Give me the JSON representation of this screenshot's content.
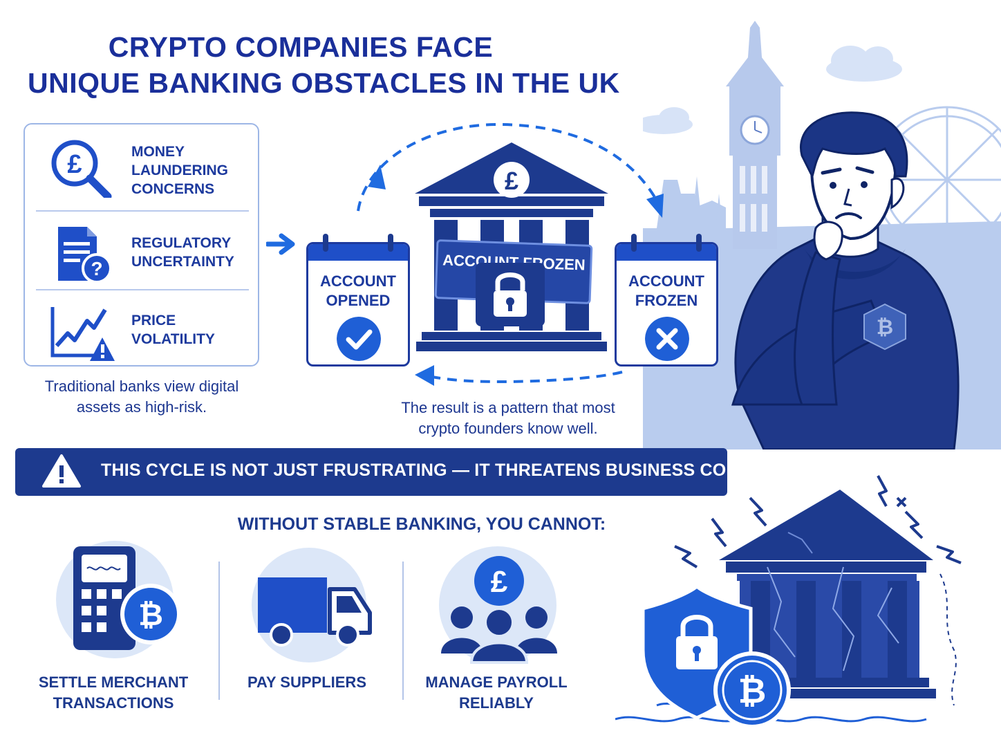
{
  "title": {
    "line1": "CRYPTO COMPANIES FACE",
    "line2": "UNIQUE BANKING OBSTACLES IN THE UK"
  },
  "risks": [
    {
      "label": "MONEY LAUNDERING CONCERNS",
      "icon": "pound-magnifier-icon"
    },
    {
      "label": "REGULATORY UNCERTAINTY",
      "icon": "document-question-icon"
    },
    {
      "label": "PRICE VOLATILITY",
      "icon": "chart-warning-icon"
    }
  ],
  "risk_caption": "Traditional banks view digital assets as high-risk.",
  "cycle": {
    "opened_label": "ACCOUNT OPENED",
    "frozen_label": "ACCOUNT FROZEN",
    "bank_sign": "ACCOUNT FROZEN",
    "currency_symbol": "£",
    "caption": "The result is a pattern that most crypto founders know well."
  },
  "banner": {
    "text": "THIS CYCLE IS NOT JUST FRUSTRATING — IT THREATENS BUSINESS CONTINUITY.",
    "icon": "warning-triangle-icon"
  },
  "cannot": {
    "heading": "WITHOUT STABLE BANKING, YOU CANNOT:",
    "items": [
      {
        "label": "SETTLE MERCHANT TRANSACTIONS",
        "icon": "pos-terminal-bitcoin-icon"
      },
      {
        "label": "PAY SUPPLIERS",
        "icon": "delivery-truck-icon"
      },
      {
        "label": "MANAGE PAYROLL RELIABLY",
        "icon": "team-payroll-icon"
      }
    ]
  },
  "bitcoin_symbol": "₿",
  "colors": {
    "navy": "#1d3a8e",
    "blue": "#1f4fc8",
    "light_blue": "#dce7f8",
    "skyline": "#b7c9ec"
  }
}
